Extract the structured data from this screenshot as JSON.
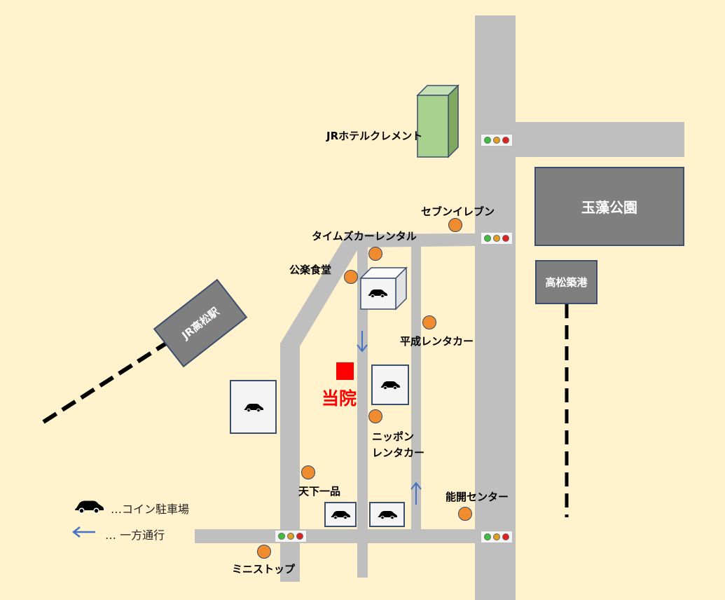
{
  "map": {
    "landmarks": {
      "hotel": "JRホテルクレメント",
      "park": "玉藻公園",
      "port": "高松築港",
      "station": "JR高松駅",
      "clinic": "当院"
    },
    "pois": {
      "seven_eleven": "セブンイレブン",
      "times_car": "タイムズカーレンタル",
      "kouraku": "公楽食堂",
      "heisei": "平成レンタカー",
      "nippon_line1": "ニッポン",
      "nippon_line2": "レンタカー",
      "tenkaippin": "天下一品",
      "noukai": "能開センター",
      "ministop": "ミニストップ"
    }
  },
  "legend": {
    "coin_parking": "…コイン駐車場",
    "one_way": "…  一方通行"
  },
  "colors": {
    "background": "#fff2cc",
    "road": "#bfbfbf",
    "clinic": "#ff0000",
    "poi": "#f08b2e",
    "arrow": "#4472c4",
    "hotel_building": "#a9d18e"
  },
  "icons": [
    "car-icon",
    "traffic-signal-icon",
    "poi-marker-icon",
    "one-way-arrow-icon",
    "railway-line-icon"
  ]
}
